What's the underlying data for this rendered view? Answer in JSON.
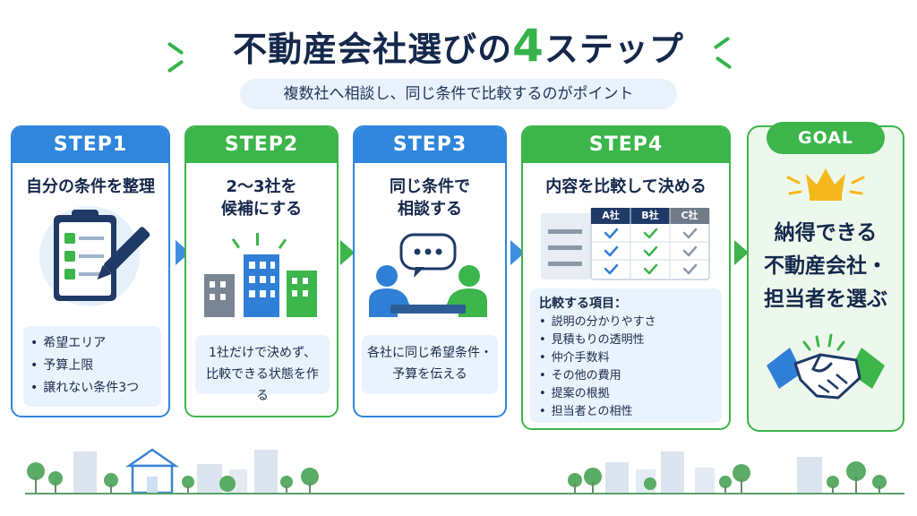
{
  "title": {
    "main": "不動産会社選びの",
    "number": "4",
    "suffix": "ステップ"
  },
  "subtitle": "複数社へ相談し、同じ条件で比較するのがポイント",
  "steps": [
    {
      "label": "STEP1",
      "heading": "自分の条件を整理",
      "items": [
        "希望エリア",
        "予算上限",
        "譲れない条件3つ"
      ]
    },
    {
      "label": "STEP2",
      "heading_lines": [
        "2〜3社を",
        "候補にする"
      ],
      "note_lines": [
        "1社だけで決めず、",
        "比較できる状態を作る"
      ]
    },
    {
      "label": "STEP3",
      "heading_lines": [
        "同じ条件で",
        "相談する"
      ],
      "note_lines": [
        "各社に同じ希望条件・",
        "予算を伝える"
      ]
    },
    {
      "label": "STEP4",
      "heading": "内容を比較して決める",
      "table_headers": [
        "A社",
        "B社",
        "C社"
      ],
      "compare_title": "比較する項目：",
      "items": [
        "説明の分かりやすさ",
        "見積もりの透明性",
        "仲介手数料",
        "その他の費用",
        "提案の根拠",
        "担当者との相性"
      ]
    }
  ],
  "goal": {
    "label": "GOAL",
    "lines": [
      "納得できる",
      "不動産会社・",
      "担当者を選ぶ"
    ]
  },
  "colors": {
    "blue": "#2f86dc",
    "green": "#3cb54a",
    "navy": "#14284b",
    "light_blue": "#e9f3fd",
    "gold": "#f5b81c"
  }
}
